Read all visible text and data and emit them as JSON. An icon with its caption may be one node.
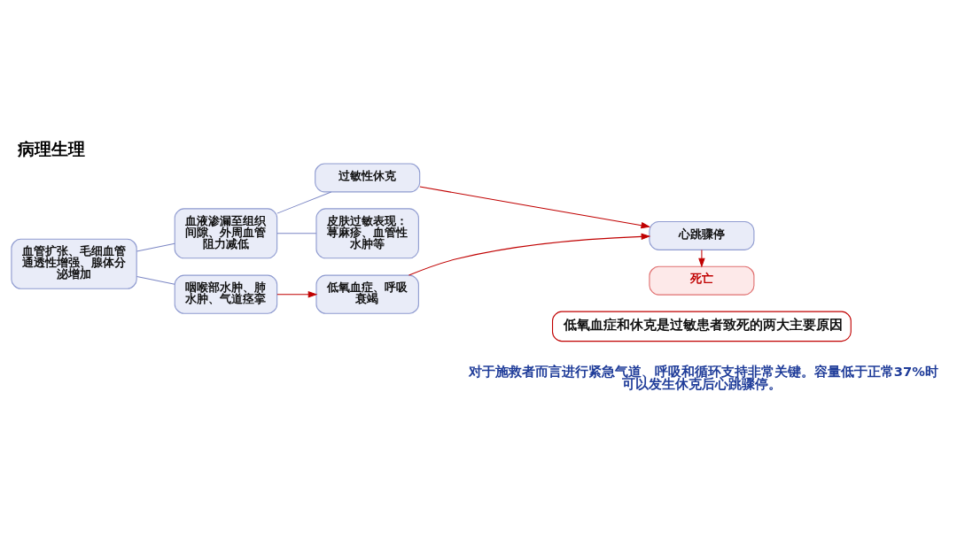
{
  "diagram": {
    "title": "病理生理",
    "nodes": [
      {
        "text": [
          "血管扩张、毛细血管通透性增强、腺体分泌增加"
        ]
      },
      {
        "text": [
          "血液渗漏至组织间隙、外周血管阻力减低"
        ]
      },
      {
        "text": [
          "咽喉部水肿、肺水肿、气道痉挛"
        ]
      },
      {
        "text": [
          "过敏性休克"
        ]
      },
      {
        "text": [
          "皮肤过敏表现：荨麻疹、血管性水肿等"
        ]
      },
      {
        "text": [
          "低氧血症、呼吸衰竭"
        ]
      },
      {
        "text": [
          "心跳骤停"
        ]
      },
      {
        "text": [
          "死亡"
        ]
      },
      {
        "text": [
          "低氧血症和休克是过敏患者致死的两大主要原因"
        ]
      }
    ],
    "edges": [
      {
        "from": 0,
        "to": 1,
        "arrow": "none",
        "color": "#7b86c4"
      },
      {
        "from": 0,
        "to": 2,
        "arrow": "none",
        "color": "#7b86c4"
      },
      {
        "from": 1,
        "to": 3,
        "arrow": "none",
        "color": "#7b86c4"
      },
      {
        "from": 1,
        "to": 4,
        "arrow": "none",
        "color": "#7b86c4"
      },
      {
        "from": 2,
        "to": 5,
        "arrow": "to",
        "color": "#c00000"
      },
      {
        "from": 3,
        "to": 6,
        "arrow": "to",
        "color": "#c00000"
      },
      {
        "from": 5,
        "to": 6,
        "arrow": "to",
        "color": "#c00000"
      },
      {
        "from": 6,
        "to": 7,
        "arrow": "to",
        "color": "#c00000"
      }
    ],
    "labels": [
      "对于施救者而言进行紧急气道、呼吸和循环支持非常关键。容量低于正常37%时可以发生休克后心跳骤停。"
    ]
  }
}
